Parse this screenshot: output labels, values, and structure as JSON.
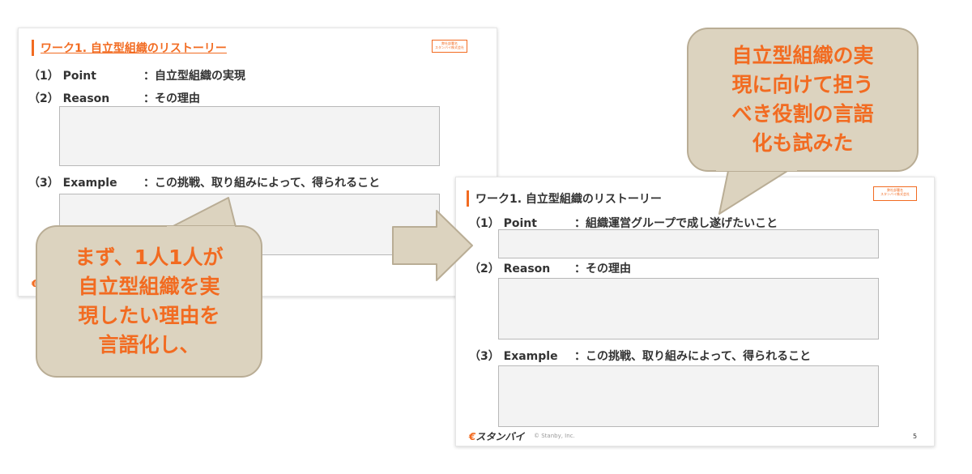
{
  "slide_left": {
    "title": "ワーク1. 自立型組織のリストーリー",
    "stamp": "弊社部署名\nスタンバイ株式会社",
    "rows": [
      {
        "num": "（1）",
        "label": "Point",
        "value": "：自立型組織の実現"
      },
      {
        "num": "（2）",
        "label": "Reason",
        "value": "：その理由"
      },
      {
        "num": "（3）",
        "label": "Example",
        "value": "：この挑戦、取り組みによって、得られること"
      }
    ],
    "footer_logo_mark": "€"
  },
  "slide_right": {
    "title": "ワーク1. 自立型組織のリストーリー",
    "stamp": "弊社部署名\nスタンバイ株式会社",
    "rows": [
      {
        "num": "（1）",
        "label": "Point",
        "value": "：組織運営グループで成し遂げたいこと"
      },
      {
        "num": "（2）",
        "label": "Reason",
        "value": "：その理由"
      },
      {
        "num": "（3）",
        "label": "Example",
        "value": "：この挑戦、取り組みによって、得られること"
      }
    ],
    "footer_logo_mark": "€",
    "footer_logo": "スタンバイ",
    "footer_copy": "© Stanby, Inc.",
    "page_number": "5"
  },
  "callouts": {
    "left": "まず、1人1人が\n自立型組織を実\n現したい理由を\n言語化し、",
    "right": "自立型組織の実\n現に向けて担う\nべき役割の言語\n化も試みた"
  },
  "colors": {
    "accent": "#f26b21",
    "bubble_fill": "#dcd3bf",
    "bubble_border": "#b9ad95",
    "input_box": "#f3f3f3"
  },
  "icons": {
    "transition_arrow": "right-arrow-icon",
    "brand_logo": "stanby-logo-icon"
  }
}
